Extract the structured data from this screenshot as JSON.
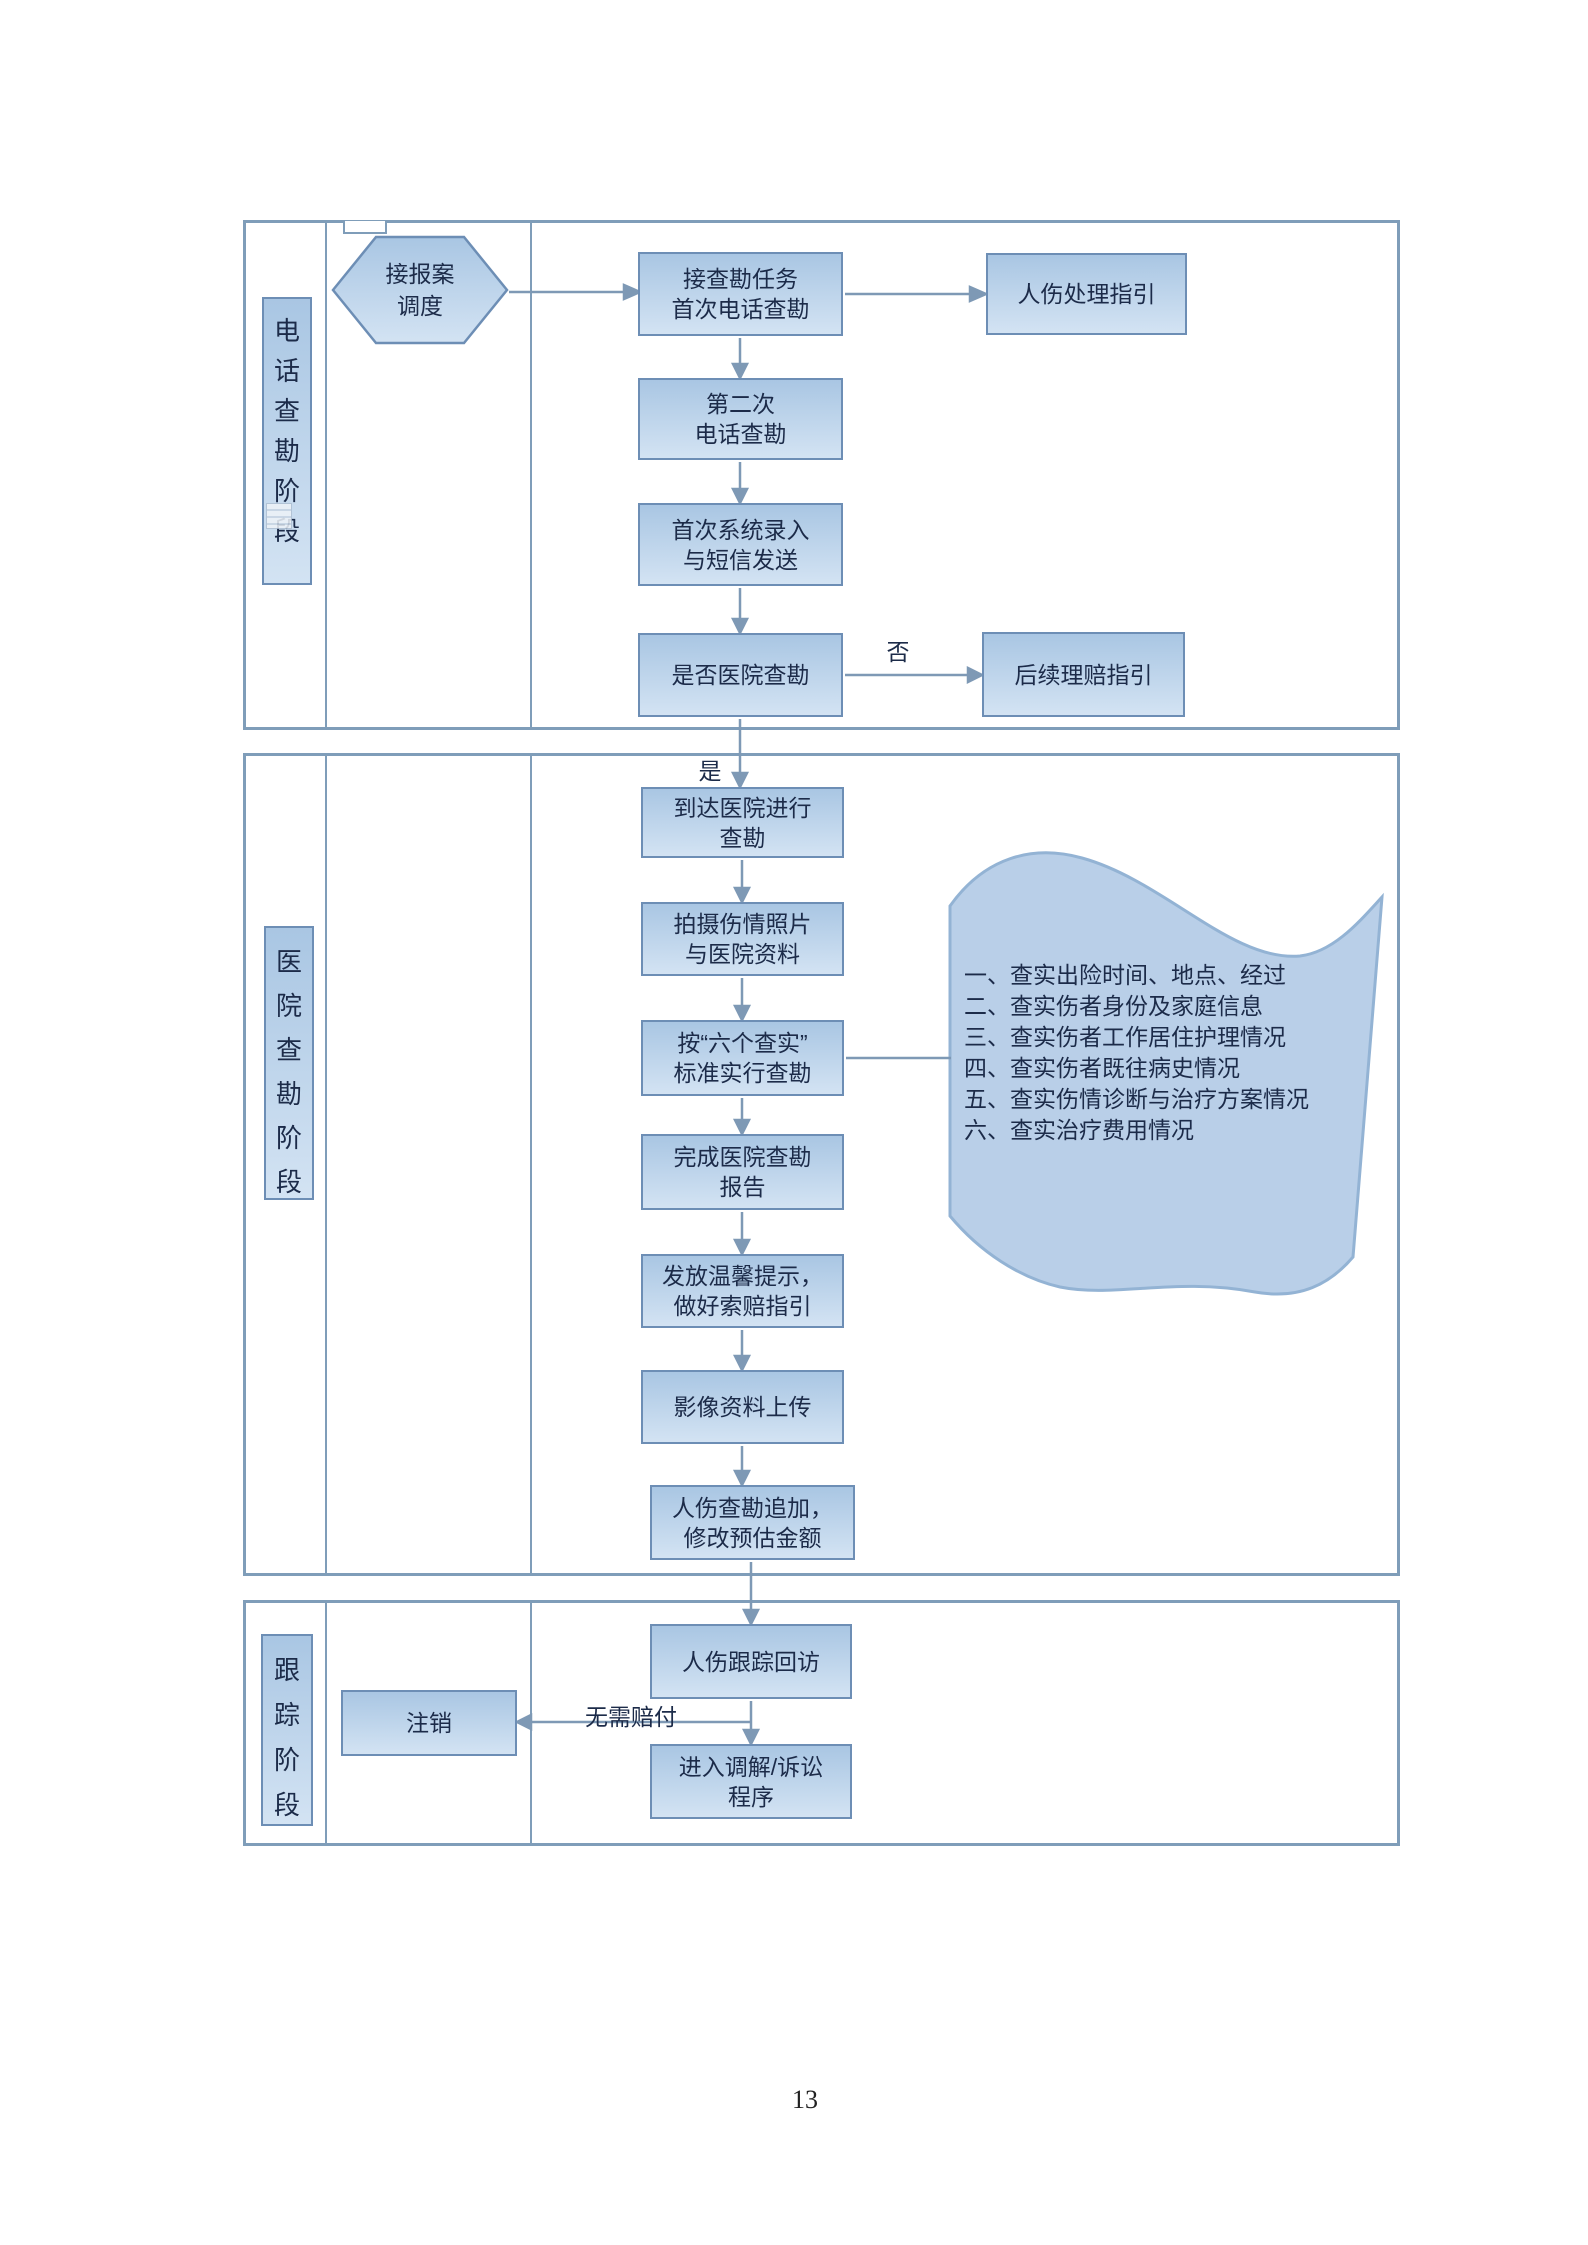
{
  "colors": {
    "box_fill_top": "#a9c6e3",
    "box_fill_bottom": "#d3e3f3",
    "box_border": "#6d8eb5",
    "outer_border": "#7f9db9",
    "connector": "#7e99b5",
    "text": "#1c2b49",
    "callout_fill": "#b9cfe8",
    "callout_border": "#93b3d4"
  },
  "lanes": [
    {
      "label": "电话查勘阶段"
    },
    {
      "label": "医院查勘阶段"
    },
    {
      "label": "跟踪阶段"
    }
  ],
  "nodes": {
    "dispatch": "接报案\n调度",
    "task": "接查勘任务\n首次电话查勘",
    "injury_guide": "人伤处理指引",
    "second_call": "第二次\n电话查勘",
    "system_entry": "首次系统录入\n与短信发送",
    "hospital_decision": "是否医院查勘",
    "followup_guide": "后续理赔指引",
    "arrive_hospital": "到达医院进行\n查勘",
    "take_photos": "拍摄伤情照片\n与医院资料",
    "six_checks": "按“六个查实”\n标准实行查勘",
    "finish_report": "完成医院查勘\n报告",
    "warm_tips": "发放温馨提示，\n做好索赔指引",
    "upload_media": "影像资料上传",
    "survey_append": "人伤查勘追加，\n修改预估金额",
    "follow_visit": "人伤跟踪回访",
    "cancel": "注销",
    "mediation": "进入调解/诉讼\n程序"
  },
  "edge_labels": {
    "no": "否",
    "yes": "是",
    "no_payment": "无需赔付"
  },
  "callout": {
    "items": [
      "一、查实出险时间、地点、经过",
      "二、查实伤者身份及家庭信息",
      "三、查实伤者工作居住护理情况",
      "四、查实伤者既往病史情况",
      "五、查实伤情诊断与治疗方案情况",
      "六、查实治疗费用情况"
    ]
  },
  "page": {
    "number": "13"
  }
}
